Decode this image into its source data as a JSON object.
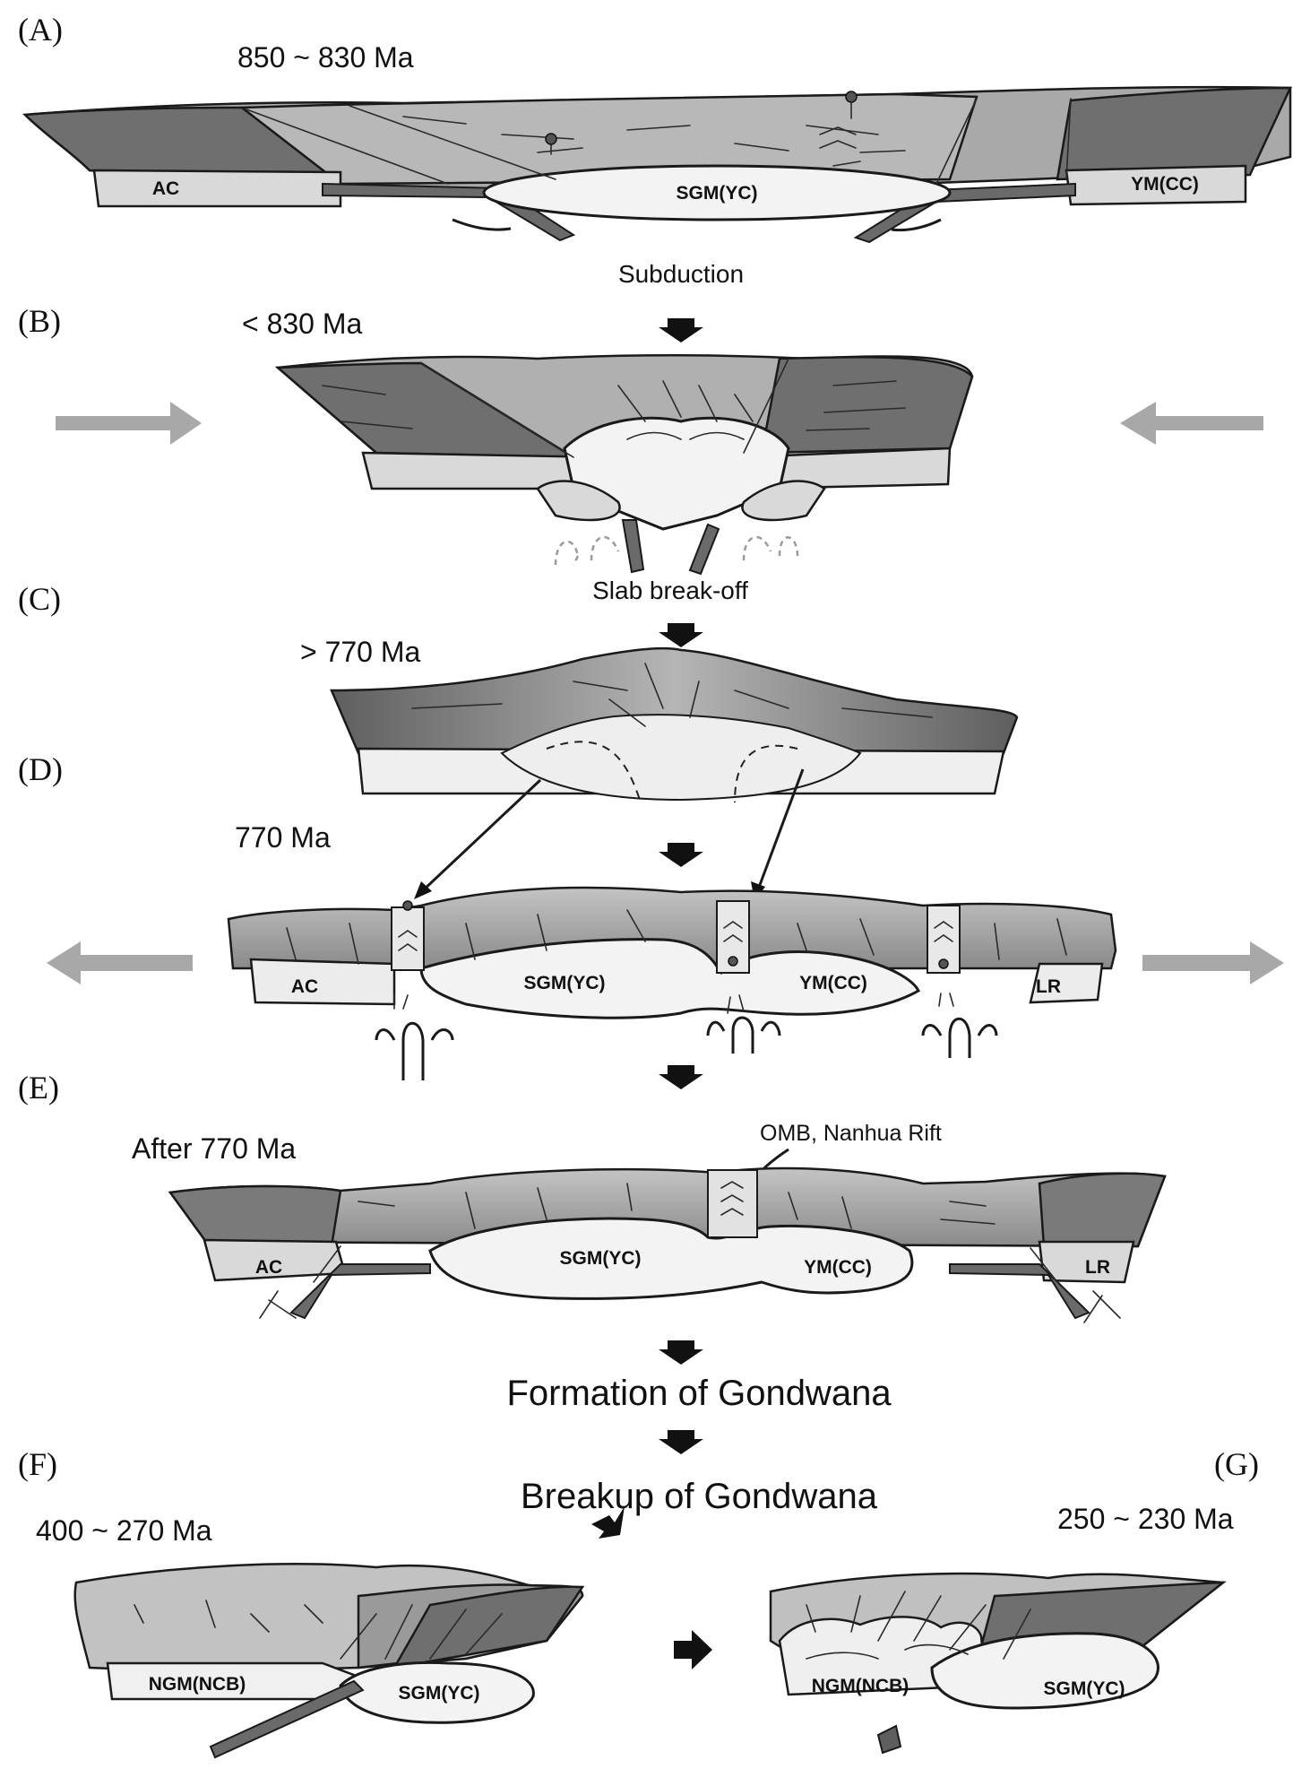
{
  "panels": {
    "a": {
      "letter": "(A)",
      "age": "850 ~ 830 Ma",
      "blocks": [
        "AC",
        "SGM(YC)",
        "YM(CC)"
      ]
    },
    "b": {
      "letter": "(B)",
      "age": "< 830 Ma"
    },
    "c": {
      "letter": "(C)",
      "age": "> 770 Ma"
    },
    "d": {
      "letter": "(D)",
      "age": "770 Ma",
      "blocks": [
        "AC",
        "SGM(YC)",
        "YM(CC)",
        "LR"
      ]
    },
    "e": {
      "letter": "(E)",
      "age": "After 770 Ma",
      "blocks": [
        "AC",
        "SGM(YC)",
        "YM(CC)",
        "LR"
      ],
      "annotation": "OMB, Nanhua Rift"
    },
    "f": {
      "letter": "(F)",
      "age": "400 ~ 270 Ma",
      "blocks": [
        "NGM(NCB)",
        "SGM(YC)"
      ]
    },
    "g": {
      "letter": "(G)",
      "age": "250 ~ 230 Ma",
      "blocks": [
        "NGM(NCB)",
        "SGM(YC)"
      ]
    }
  },
  "captions": {
    "subduction": "Subduction",
    "slab_breakoff": "Slab break-off",
    "formation": "Formation of Gondwana",
    "breakup": "Breakup of Gondwana"
  },
  "colors": {
    "dark_crust": "#6f6f6f",
    "mid_crust": "#a9a9a9",
    "light_crust": "#d9d9d9",
    "lower_crust": "#f3f3f3",
    "arrow_grey": "#a8a8a8"
  }
}
